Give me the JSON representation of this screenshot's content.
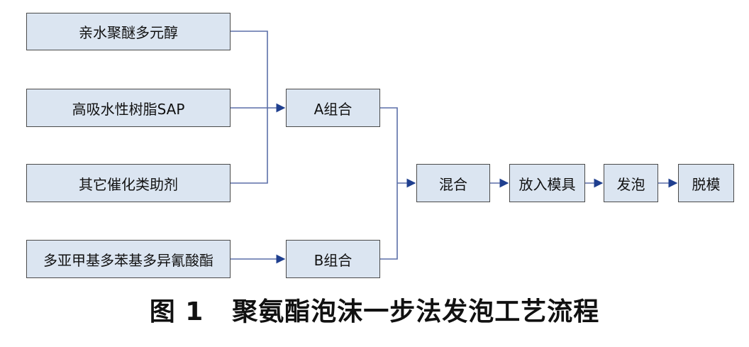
{
  "nodes": {
    "hydrophilic_polyether_polyol": "亲水聚醚多元醇",
    "sap_resin": "高吸水性树脂SAP",
    "catalyst_additives": "其它催化类助剂",
    "pmdi": "多亚甲基多苯基多异氰酸酯",
    "group_a": "A组合",
    "group_b": "B组合",
    "mixing": "混合",
    "put_into_mold": "放入模具",
    "foaming": "发泡",
    "demolding": "脱模"
  },
  "caption": {
    "figure_number": "图 1",
    "title": "聚氨酯泡沫一步法发泡工艺流程"
  },
  "colors": {
    "box_fill": "#dbe5f1",
    "box_border": "#4a4a4a",
    "connector": "#5b6fa8",
    "arrow": "#1f3f8f"
  }
}
